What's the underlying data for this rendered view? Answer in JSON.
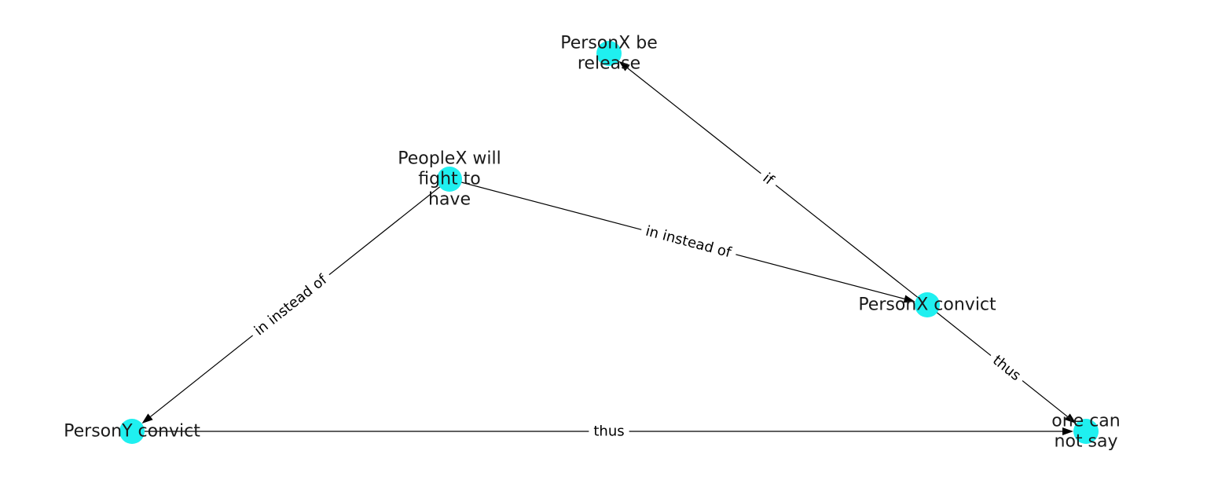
{
  "graph": {
    "node_color": "#1ff0f0",
    "edge_color": "#000000",
    "nodes": [
      {
        "id": "n_release",
        "label_lines": [
          "PersonX be",
          "release"
        ]
      },
      {
        "id": "n_people",
        "label_lines": [
          "PeopleX will",
          "fight to",
          "have"
        ]
      },
      {
        "id": "n_personx",
        "label_lines": [
          "PersonX convict"
        ]
      },
      {
        "id": "n_persony",
        "label_lines": [
          "PersonY convict"
        ]
      },
      {
        "id": "n_say",
        "label_lines": [
          "one can",
          "not say"
        ]
      }
    ],
    "edges": [
      {
        "source": "n_personx",
        "target": "n_release",
        "label": "if"
      },
      {
        "source": "n_people",
        "target": "n_personx",
        "label": "in instead of"
      },
      {
        "source": "n_people",
        "target": "n_persony",
        "label": "in instead of"
      },
      {
        "source": "n_personx",
        "target": "n_say",
        "label": "thus"
      },
      {
        "source": "n_persony",
        "target": "n_say",
        "label": "thus"
      }
    ]
  }
}
